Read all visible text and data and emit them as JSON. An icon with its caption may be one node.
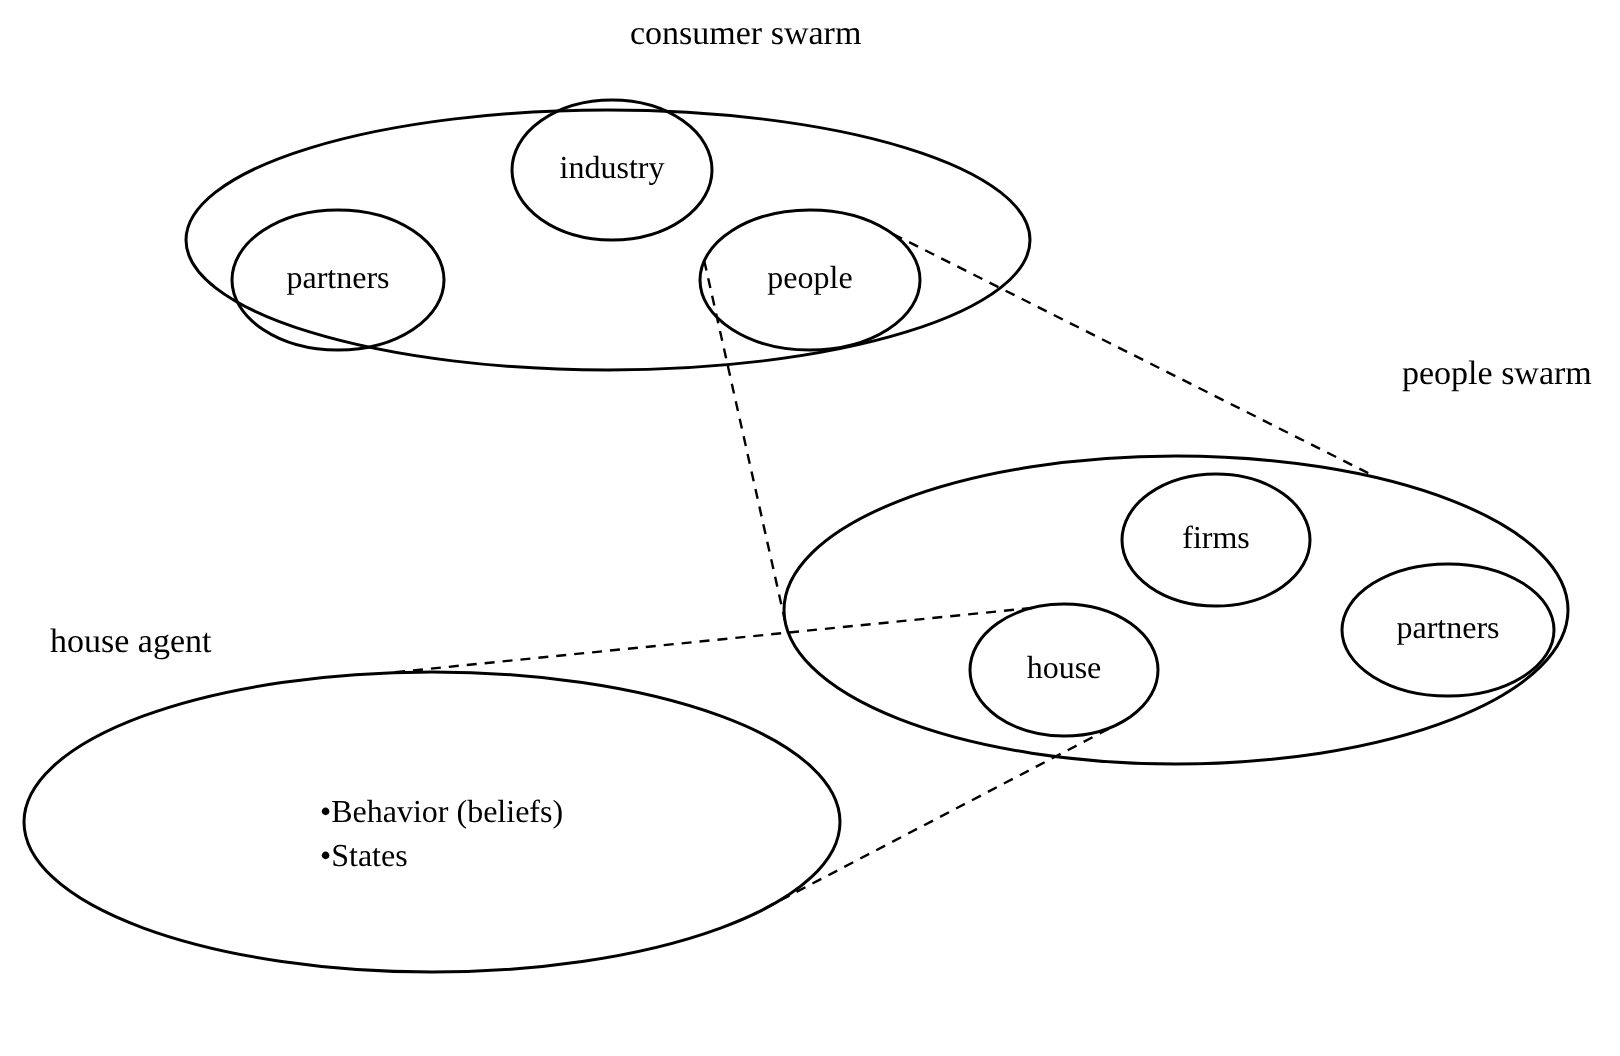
{
  "diagram": {
    "nodes": [
      {
        "text": [
          "consumer swarm"
        ]
      },
      {
        "text": [
          "partners"
        ],
        "in": 0
      },
      {
        "text": [
          "industry"
        ],
        "in": 0
      },
      {
        "text": [
          "people"
        ],
        "in": 0
      },
      {
        "text": [
          "people swarm"
        ]
      },
      {
        "text": [
          "firms"
        ],
        "in": 4
      },
      {
        "text": [
          "partners"
        ],
        "in": 4
      },
      {
        "text": [
          "house"
        ],
        "in": 4
      },
      {
        "text": [
          "house agent",
          "•Behavior (beliefs)",
          "•States"
        ]
      }
    ],
    "edges": [
      {
        "from": 3,
        "to": 4,
        "arrow": "none",
        "style": "dashed"
      },
      {
        "from": 3,
        "to": 4,
        "arrow": "none",
        "style": "dashed"
      },
      {
        "from": 7,
        "to": 8,
        "arrow": "none",
        "style": "dashed"
      },
      {
        "from": 7,
        "to": 8,
        "arrow": "none",
        "style": "dashed"
      }
    ]
  }
}
